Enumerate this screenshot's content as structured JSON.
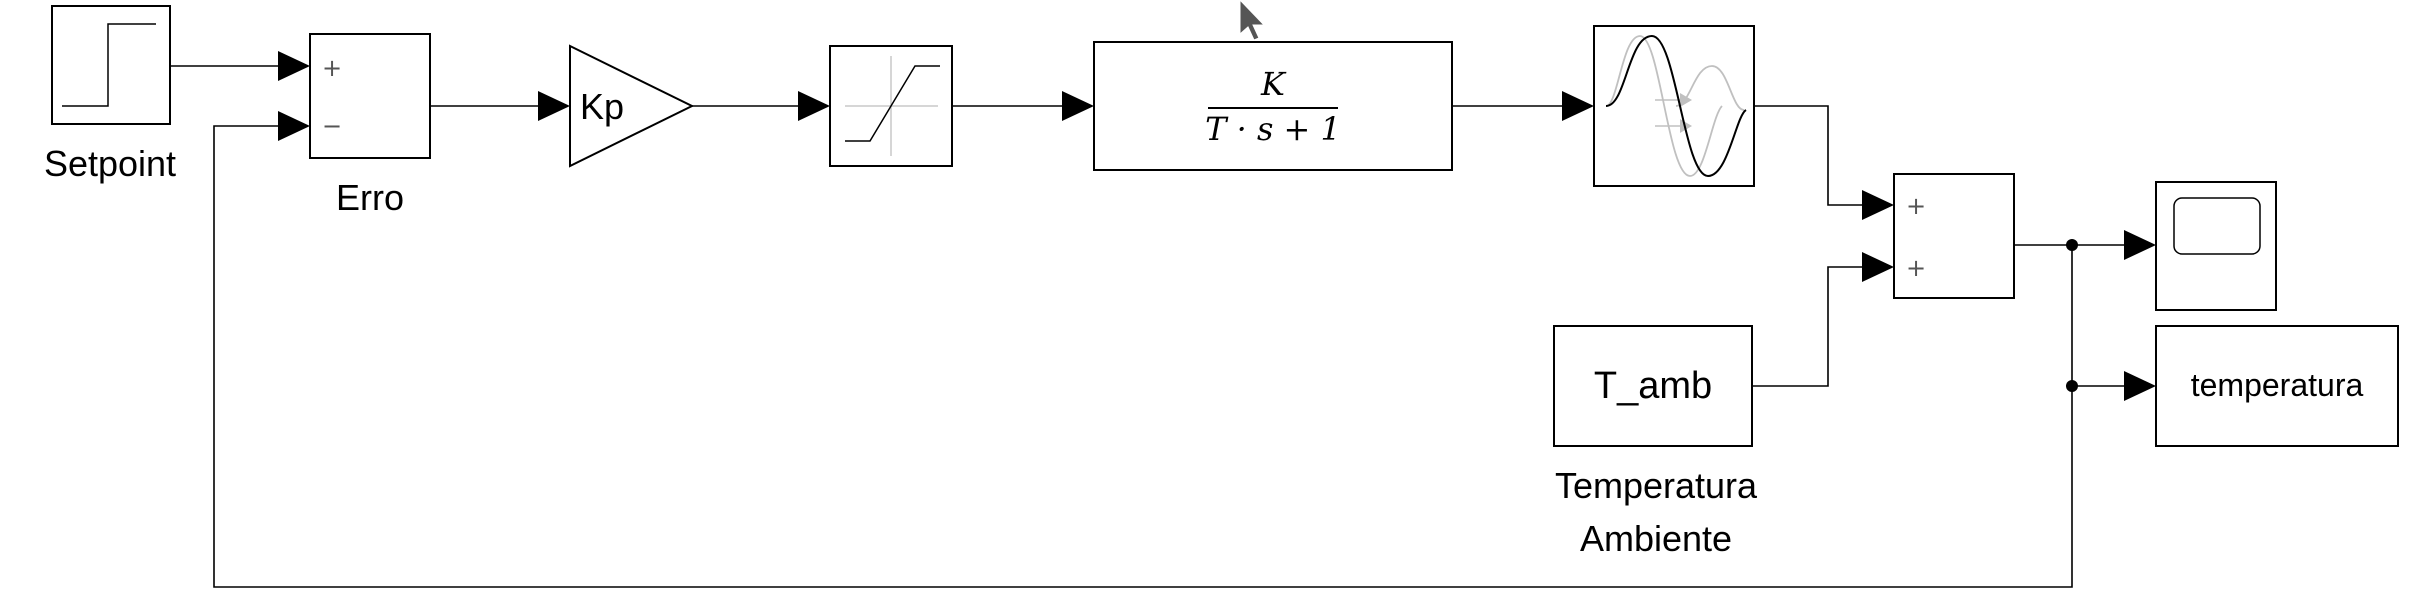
{
  "blocks": {
    "step": {
      "label": "Setpoint"
    },
    "error_sum": {
      "label": "Erro",
      "sign_top": "+",
      "sign_bottom": "−"
    },
    "gain": {
      "text": "Kp"
    },
    "transfer_fcn": {
      "numerator": "K",
      "denominator": "T · s + 1"
    },
    "ambient_const": {
      "text": "T_amb",
      "label_line1": "Temperatura",
      "label_line2": "Ambiente"
    },
    "output_sum": {
      "sign_top": "+",
      "sign_bottom": "+"
    },
    "to_workspace": {
      "text": "temperatura"
    }
  },
  "icons": [
    "step-icon",
    "saturation-icon",
    "transport-delay-icon",
    "scope-icon",
    "mouse-cursor-icon"
  ]
}
